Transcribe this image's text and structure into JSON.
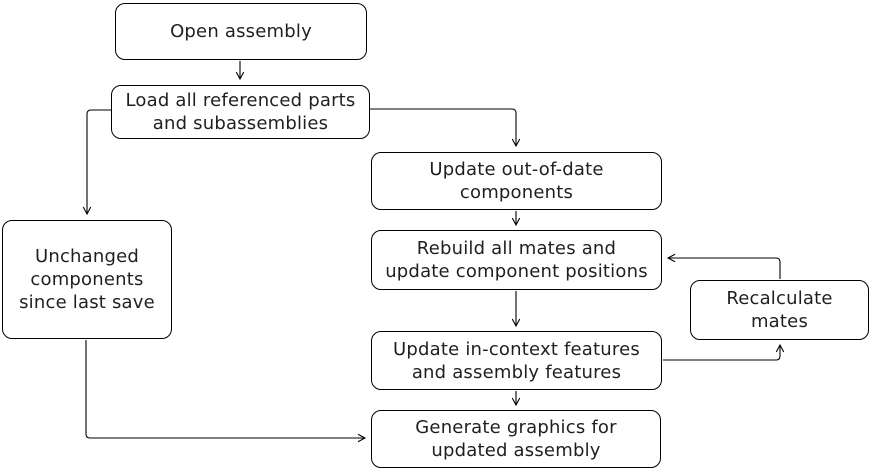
{
  "diagram": {
    "type": "flowchart",
    "colors": {
      "background": "#ffffff",
      "box_fill": "#ffffff",
      "box_border": "#000000",
      "connector": "#000000",
      "text": "#1f1f1f"
    },
    "nodes": {
      "open_assembly": {
        "label": "Open assembly"
      },
      "load_parts": {
        "label": "Load all referenced parts\nand subassemblies"
      },
      "update_out_of_date": {
        "label": "Update out-of-date\ncomponents"
      },
      "rebuild_mates": {
        "label": "Rebuild all mates and\nupdate component positions"
      },
      "unchanged_components": {
        "label": "Unchanged\ncomponents\nsince last save"
      },
      "update_in_context": {
        "label": "Update in-context features\nand assembly features"
      },
      "recalculate_mates": {
        "label": "Recalculate\nmates"
      },
      "generate_graphics": {
        "label": "Generate graphics for\nupdated assembly"
      }
    },
    "edges": [
      {
        "from": "open_assembly",
        "to": "load_parts"
      },
      {
        "from": "load_parts",
        "to": "unchanged_components"
      },
      {
        "from": "load_parts",
        "to": "update_out_of_date"
      },
      {
        "from": "update_out_of_date",
        "to": "rebuild_mates"
      },
      {
        "from": "rebuild_mates",
        "to": "update_in_context"
      },
      {
        "from": "update_in_context",
        "to": "generate_graphics"
      },
      {
        "from": "unchanged_components",
        "to": "generate_graphics"
      },
      {
        "from": "update_in_context",
        "to": "recalculate_mates"
      },
      {
        "from": "recalculate_mates",
        "to": "rebuild_mates"
      }
    ]
  }
}
